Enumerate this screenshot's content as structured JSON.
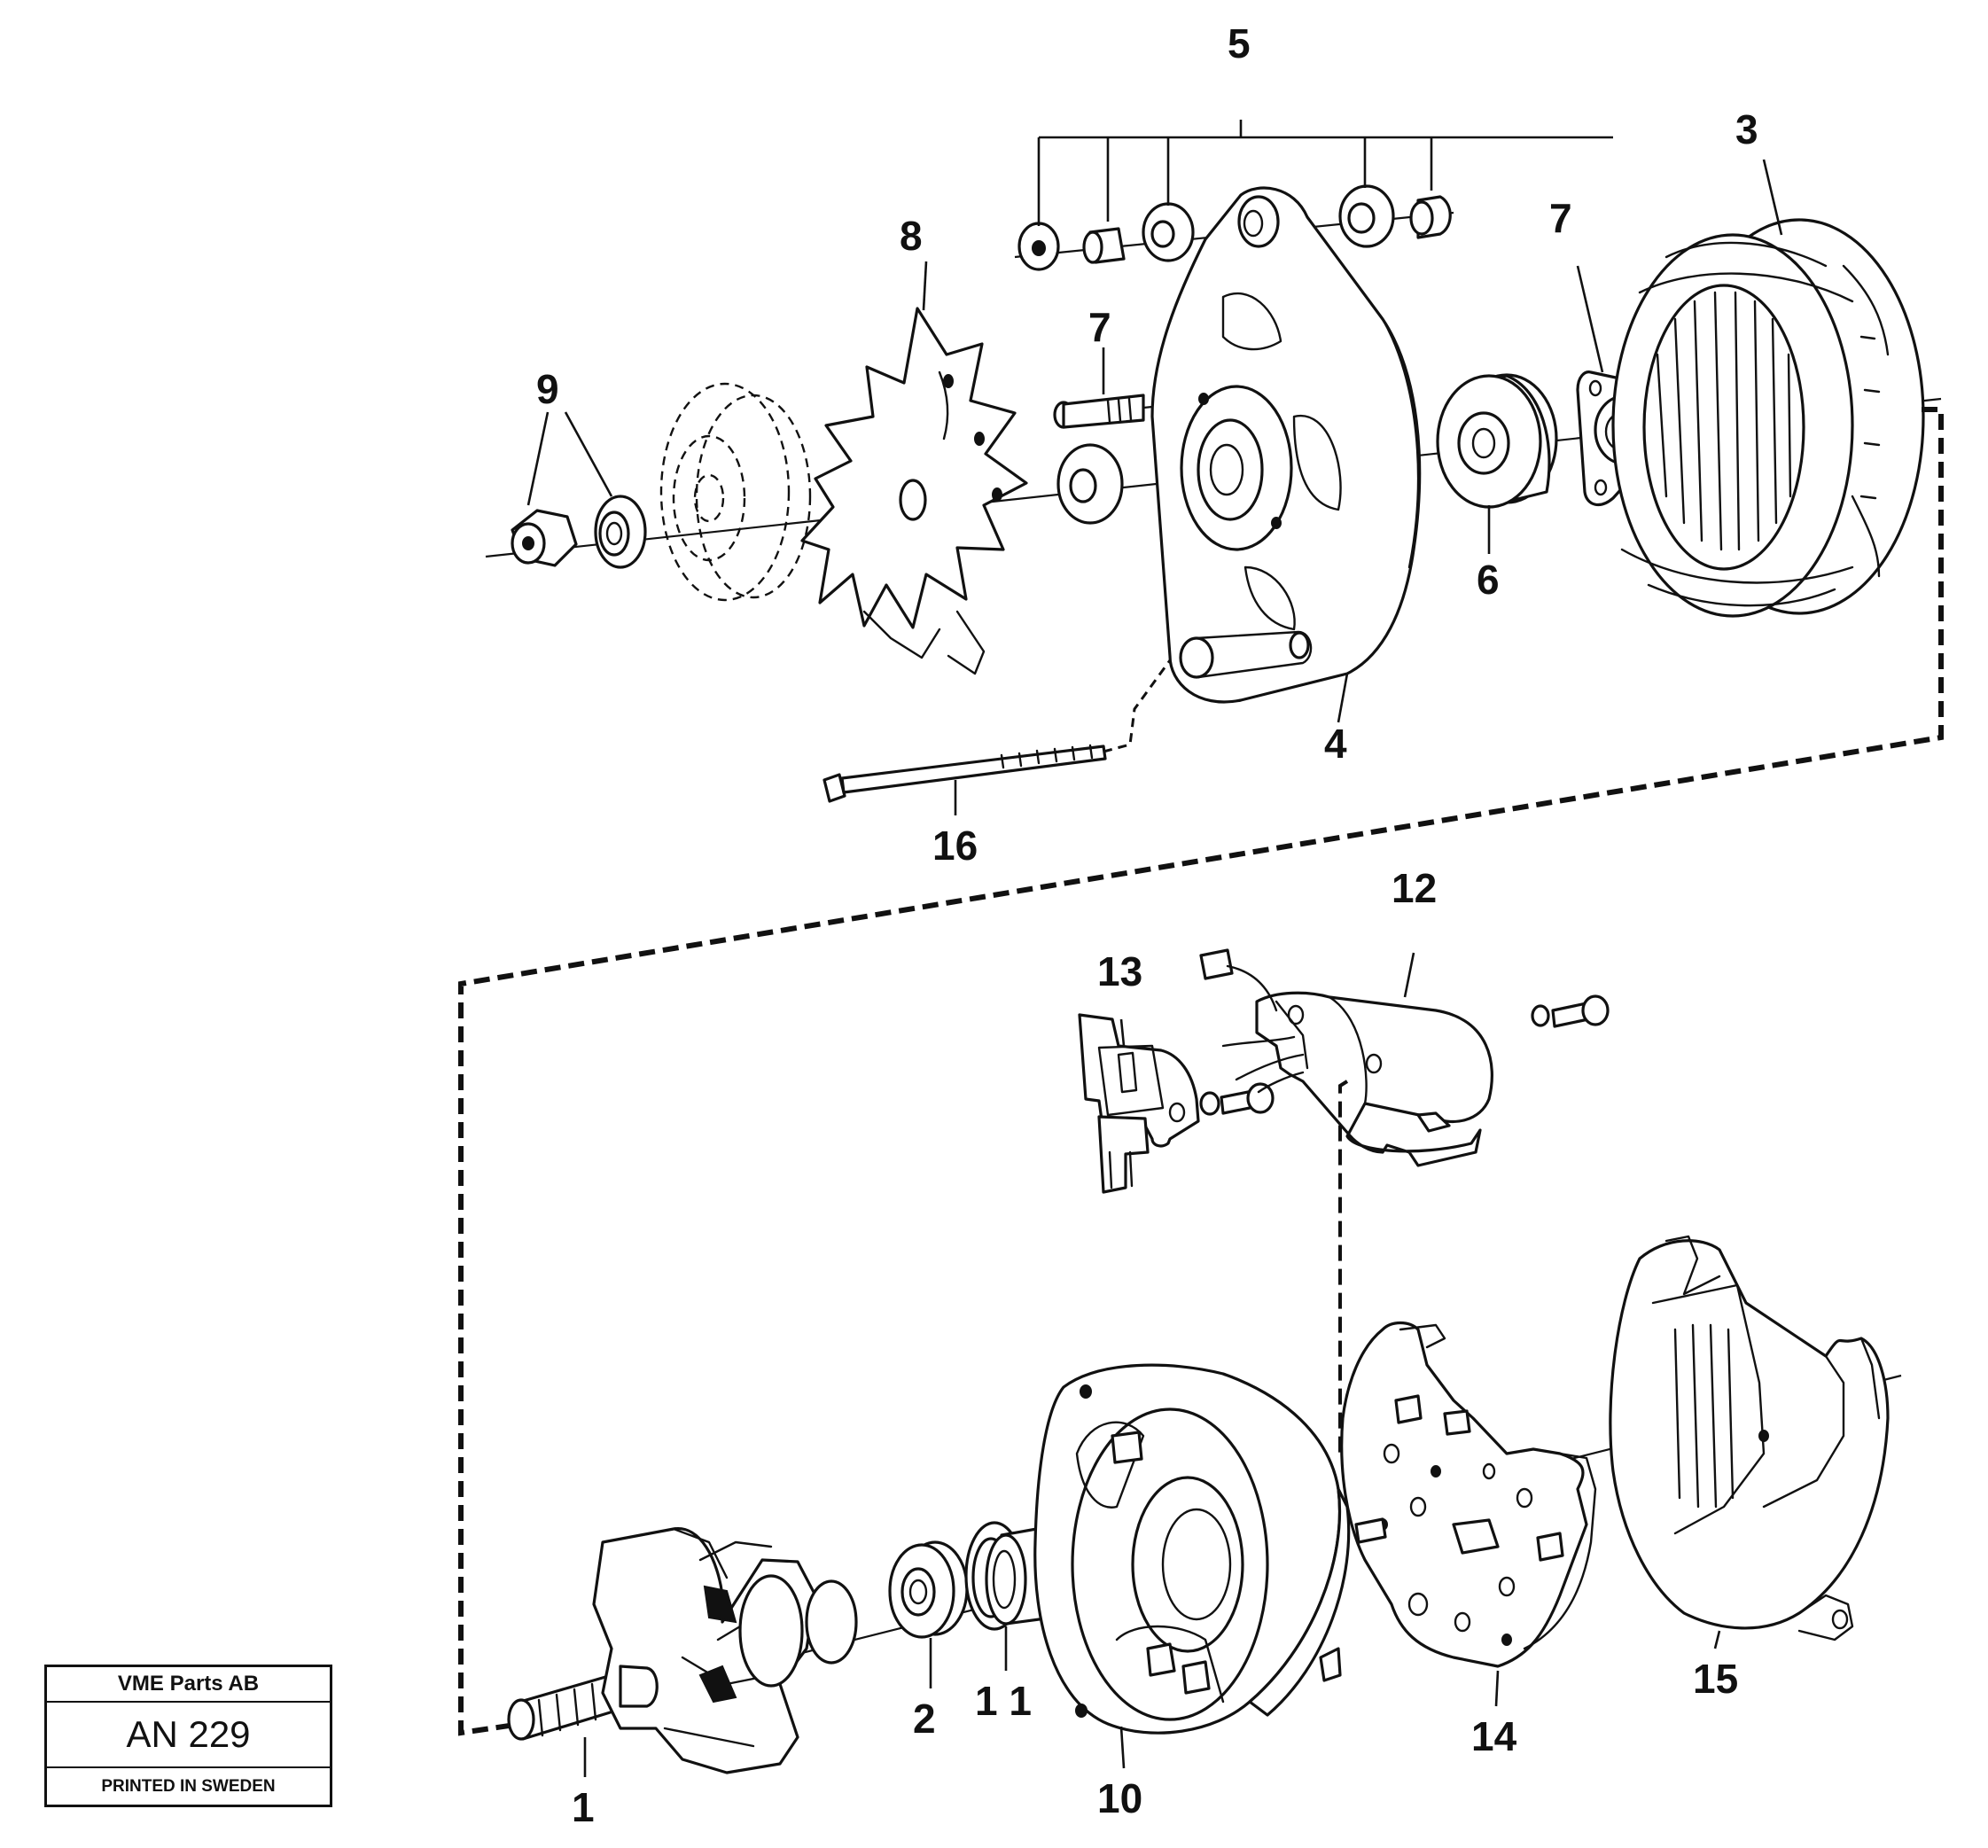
{
  "callouts": {
    "c5": "5",
    "c3": "3",
    "c7a": "7",
    "c8": "8",
    "c7b": "7",
    "c9": "9",
    "c6": "6",
    "c4": "4",
    "c16": "16",
    "c12": "12",
    "c13": "13",
    "c1": "1",
    "c2": "2",
    "c11": "1 1",
    "c10": "10",
    "c14": "14",
    "c15": "15"
  },
  "plate": {
    "company": "VME Parts AB",
    "code": "AN 229",
    "note": "PRINTED IN SWEDEN"
  }
}
